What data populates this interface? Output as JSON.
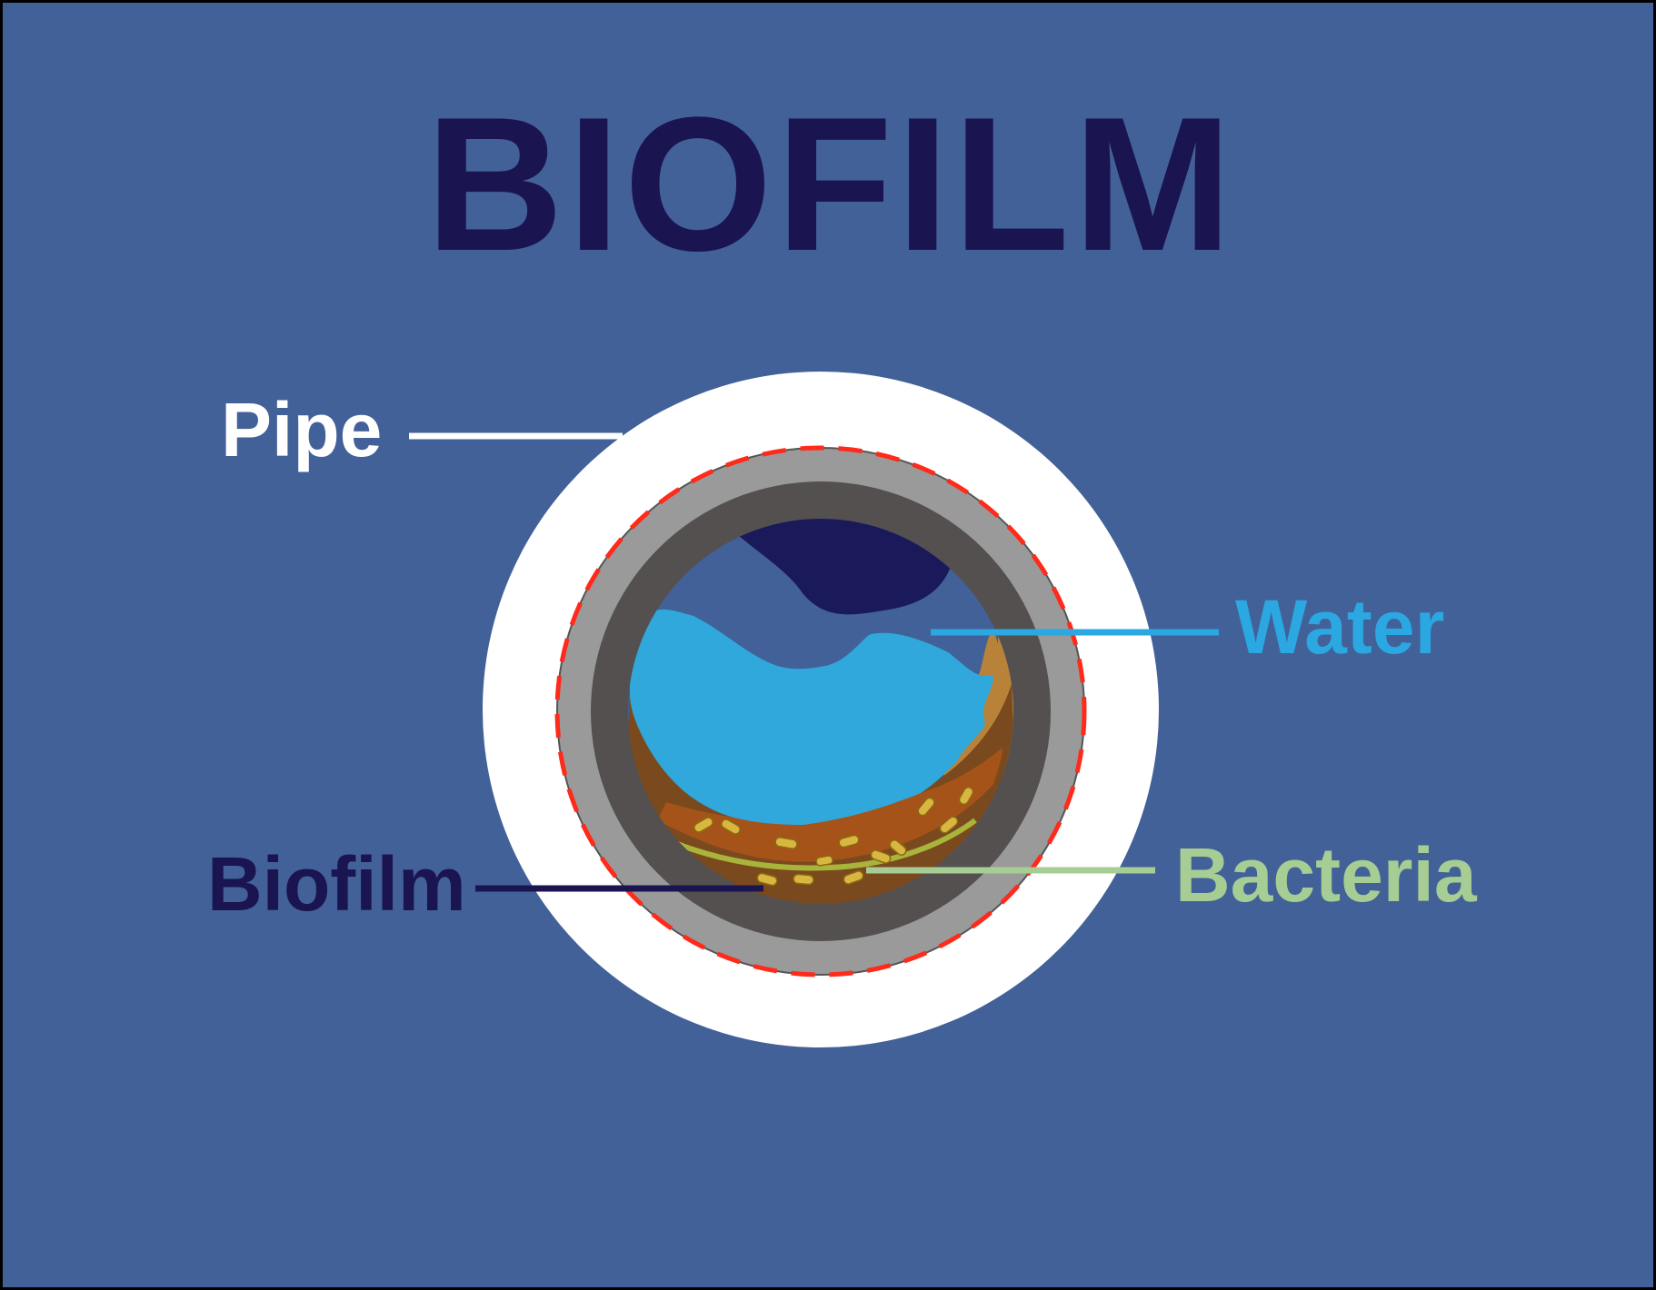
{
  "title": "BIOFILM",
  "labels": {
    "pipe": "Pipe",
    "water": "Water",
    "biofilm": "Biofilm",
    "bacteria": "Bacteria"
  },
  "colors": {
    "background": "#426198",
    "title": "#1a1450",
    "pipe_label": "#ffffff",
    "water_label": "#2ba7e1",
    "biofilm_label": "#1a1450",
    "bacteria_label": "#a6cd93",
    "pipe_outer": "#ffffff",
    "pipe_wall_light": "#9a9a9a",
    "pipe_wall_dark": "#545050",
    "dashed_ring": "#ff2a1a",
    "water": "#30a8db",
    "air_pocket": "#1a1a5a",
    "biofilm_brown": "#a6531a",
    "biofilm_dark": "#7a4a1e",
    "biofilm_light": "#b88338",
    "bacteria_cells": "#d9b640",
    "bacteria_strand": "#a8b43a"
  }
}
